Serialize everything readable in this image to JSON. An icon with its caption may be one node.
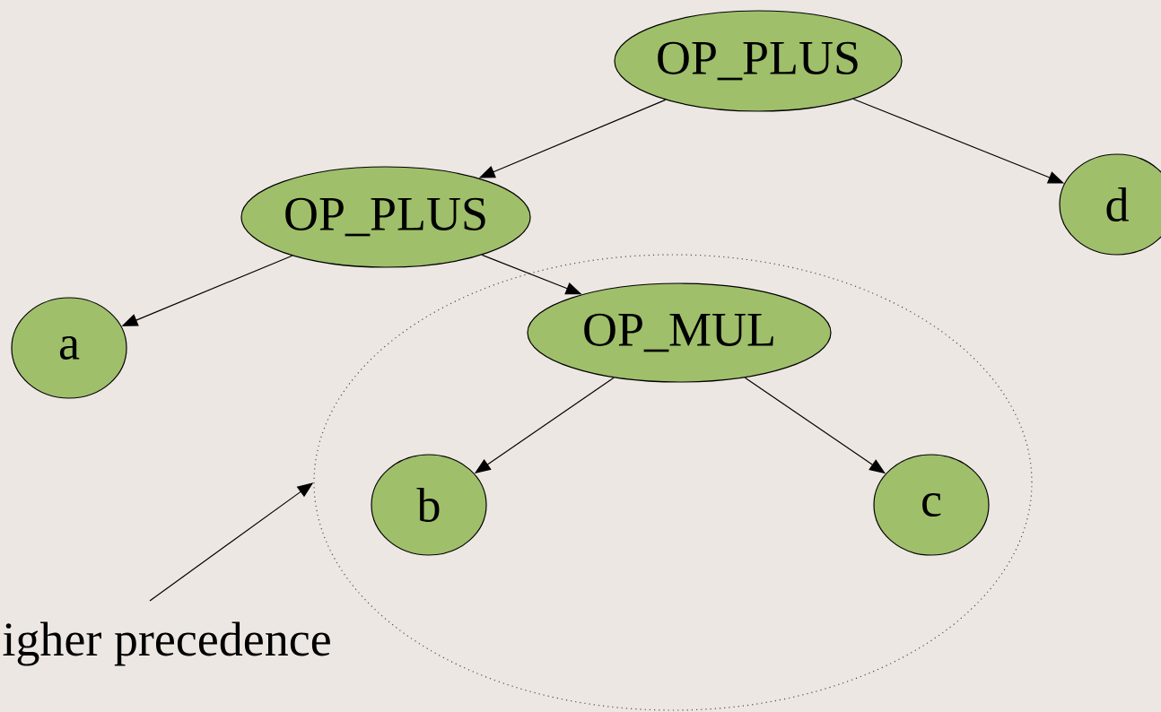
{
  "diagram": {
    "nodes": [
      {
        "text": [
          "OP_PLUS"
        ]
      },
      {
        "text": [
          "OP_PLUS"
        ]
      },
      {
        "text": [
          "d"
        ]
      },
      {
        "text": [
          "a"
        ]
      },
      {
        "text": [],
        "shape": "ellipse"
      },
      {
        "text": [
          "OP_MUL"
        ],
        "in": 4
      },
      {
        "text": [
          "b"
        ],
        "in": 4
      },
      {
        "text": [
          "c"
        ],
        "in": 4
      },
      {
        "text": [
          "igher precedence"
        ]
      }
    ],
    "edges": [
      {
        "from": 0,
        "to": 1,
        "arrow": "to"
      },
      {
        "from": 0,
        "to": 2,
        "arrow": "to"
      },
      {
        "from": 1,
        "to": 3,
        "arrow": "to"
      },
      {
        "from": 1,
        "to": 5,
        "arrow": "to"
      },
      {
        "from": 5,
        "to": 6,
        "arrow": "to"
      },
      {
        "from": 5,
        "to": 7,
        "arrow": "to"
      },
      {
        "from": 8,
        "to": 4,
        "arrow": "to"
      }
    ]
  }
}
